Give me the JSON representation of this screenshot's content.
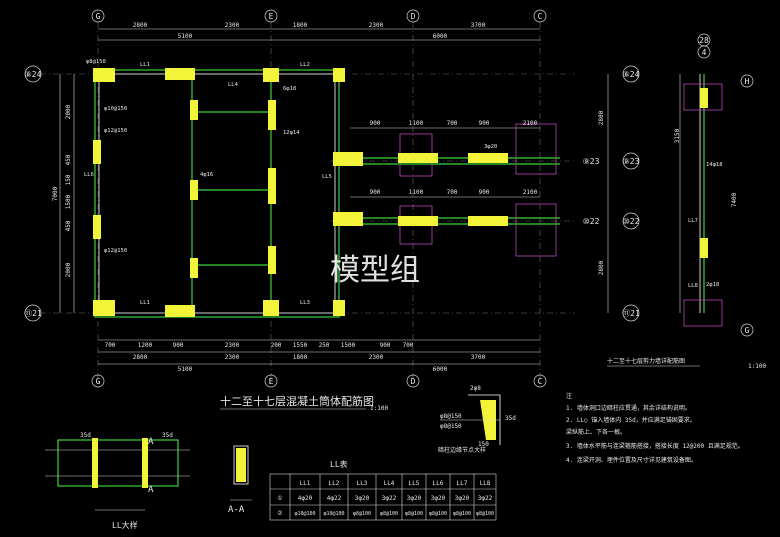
{
  "axes": {
    "top": [
      "G",
      "E",
      "D",
      "C"
    ],
    "bottom": [
      "G",
      "E",
      "D",
      "C"
    ],
    "left": [
      "⑧24",
      "⑪21"
    ],
    "right_mid": [
      "⑨23",
      "⑩22"
    ],
    "detail_top": [
      "28",
      "4"
    ],
    "detail_right": [
      "H",
      "G"
    ],
    "detail_left": [
      "⑧24",
      "⑨23",
      "⑩22",
      "⑪21"
    ]
  },
  "dims_top1": [
    "2800",
    "2300",
    "1800",
    "2300",
    "3700"
  ],
  "dims_top2": [
    "5100",
    "6000"
  ],
  "dims_bottom1": [
    "700",
    "1200",
    "900",
    "2300",
    "200",
    "1550",
    "250",
    "1500",
    "900",
    "700"
  ],
  "dims_bottom2": [
    "2800",
    "2300",
    "1800",
    "2300",
    "3700"
  ],
  "dims_bottom3": [
    "5100",
    "6000"
  ],
  "dims_left": [
    "2000",
    "450",
    "150",
    "1500",
    "450",
    "2000"
  ],
  "dims_left2": [
    "7000"
  ],
  "mid_dims": [
    "900",
    "1100",
    "700",
    "900",
    "2100",
    "900",
    "1100",
    "700",
    "900",
    "2100"
  ],
  "small_labels": [
    "LL1",
    "LL2",
    "LL3",
    "LL4",
    "LL5",
    "LL6",
    "LL7",
    "LL8",
    "φ8@150",
    "φ10@150",
    "φ12@150",
    "φ12@150",
    "4φ16",
    "6φ18",
    "12φ14",
    "3φ20",
    "2φ18",
    "14φ18"
  ],
  "plan_title": "十二至十七层混凝土筒体配筋图",
  "plan_scale": "1:100",
  "detail_title": "十二至十七层剪力墙详配筋图",
  "detail_scale": "1:100",
  "detail_dims": [
    "3150",
    "2800",
    "7400",
    "2800"
  ],
  "watermark": "模型组",
  "notes_title": "注",
  "notes": [
    "1. 墙体洞口边暗柱应贯通，其余详结构说明。",
    "2. LL○ 锚入墙体内 35d，并应满足锚固要求。",
    "   梁纵筋上、下各一根。",
    "3. 墙体水平筋与连梁箍筋搭接，搭接长度 12@200 且满足规范。",
    "4. 连梁开洞、埋件位置及尺寸详见建筑设备图。"
  ],
  "table": {
    "title": "LL表",
    "headers": [
      "",
      "LL1",
      "LL2",
      "LL3",
      "LL4",
      "LL5",
      "LL6",
      "LL7",
      "LL8"
    ],
    "row1": [
      "①",
      "4φ20",
      "4φ22",
      "3φ20",
      "3φ22",
      "3φ20",
      "3φ20",
      "3φ20",
      "3φ22"
    ],
    "row2": [
      "②",
      "φ10@100",
      "φ10@100",
      "φ8@100",
      "φ8@100",
      "φ8@100",
      "φ8@100",
      "φ8@100",
      "φ8@100"
    ]
  },
  "ll_detail_label": "LL大样",
  "ll_35d": [
    "35d",
    "35d"
  ],
  "ll_section_marks": [
    "A",
    "A"
  ],
  "section_label": "A-A",
  "corner_detail_label": "暗柱边缘节点大样",
  "corner_dims": [
    "2φ8",
    "φ8@150",
    "φ8@150",
    "35d",
    "150"
  ]
}
